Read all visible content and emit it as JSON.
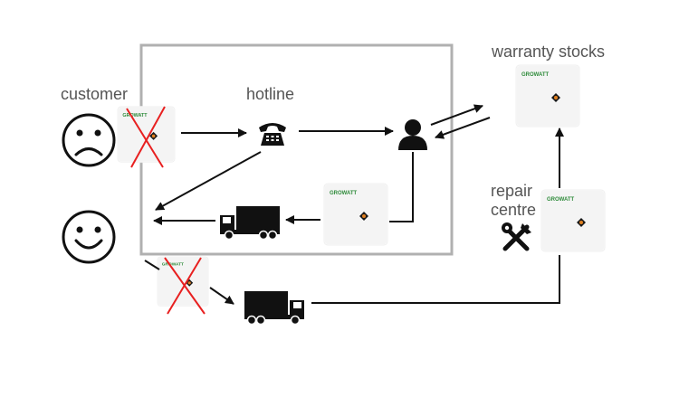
{
  "labels": {
    "customer": "customer",
    "hotline": "hotline",
    "warranty_stocks": "warranty stocks",
    "repair_line1": "repair",
    "repair_line2": "centre"
  },
  "brand_text": "GROWATT",
  "colors": {
    "arrow": "#111111",
    "box_border": "#b0b0b0",
    "label": "#555555",
    "cross": "#e82020",
    "inverter_body": "#f4f4f4",
    "inverter_panel": "#1a1a1a",
    "inverter_light": "#e08020",
    "brand_green": "#2e8b3a"
  },
  "icons": {
    "sad_face": "sad-face-icon",
    "happy_face": "happy-face-icon",
    "phone": "telephone-icon",
    "person": "service-person-icon",
    "truck": "delivery-truck-icon",
    "tools": "tools-icon",
    "inverter": "inverter-icon"
  }
}
